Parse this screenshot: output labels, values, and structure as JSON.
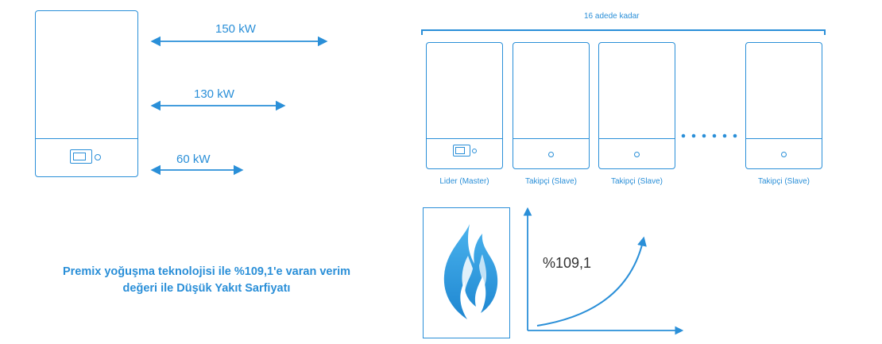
{
  "left_panel": {
    "power_levels": [
      {
        "label": "150 kW"
      },
      {
        "label": "130 kW"
      },
      {
        "label": "60 kW"
      }
    ]
  },
  "cascade": {
    "count_label": "16 adede kadar",
    "units": [
      {
        "label": "Lider (Master)",
        "role": "master"
      },
      {
        "label": "Takipçi (Slave)",
        "role": "slave"
      },
      {
        "label": "Takipçi (Slave)",
        "role": "slave"
      },
      {
        "label": "Takipçi (Slave)",
        "role": "slave"
      }
    ]
  },
  "tagline": {
    "line1": "Premix yoğuşma teknolojisi ile %109,1'e varan verim",
    "line2": "değeri ile Düşük Yakıt Sarfiyatı"
  },
  "efficiency": {
    "value_label": "%109,1"
  },
  "colors": {
    "accent": "#2a8fd8",
    "text_dark": "#333333"
  },
  "icons": [
    "flame-icon",
    "control-panel-icon",
    "arrow-icon"
  ]
}
